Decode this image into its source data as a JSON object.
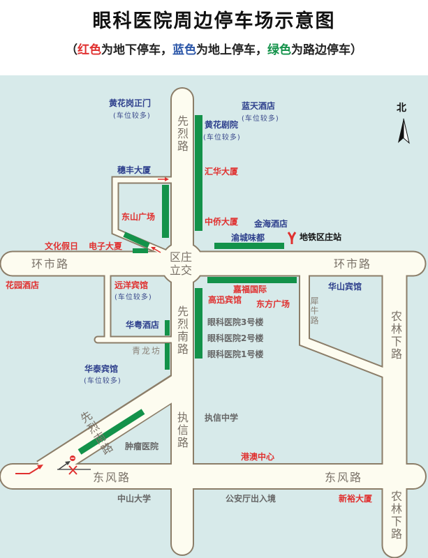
{
  "header": {
    "title": "眼科医院周边停车场示意图",
    "legend": {
      "open": "（",
      "red": "红色",
      "red_text": "为地下停车，",
      "blue": "蓝色",
      "blue_text": "为地上停车，",
      "green": "绿色",
      "green_text": "为路边停车",
      "close": "）"
    }
  },
  "colors": {
    "red": "#e0302f",
    "blue": "#2b56a8",
    "green": "#13924a",
    "road": "#fdfcf0",
    "road_border": "#8b7d68",
    "water": "#d7eaea"
  },
  "compass": {
    "label": "北"
  },
  "roads": {
    "xianlie": "先烈路",
    "huanshi_w": "环市路",
    "huanshi_e": "环市路",
    "interchange_1": "区庄",
    "interchange_2": "立交",
    "xianlie_south": "先烈南路",
    "xianlie_south_diag": "先烈南路",
    "zhixin": "执信路",
    "dongfeng_w": "东风路",
    "dongfeng_e": "东风路",
    "nonglin_n": "农林下路",
    "nonglin_s": "农林下路",
    "xiniu": "犀牛路",
    "qinglong": "青龙坊"
  },
  "places": {
    "huanghuagang": "黄花岗正门",
    "huanghuagang_note": "(车位较多)",
    "lantian": "蓝天酒店",
    "lantian_note": "(车位较多)",
    "huanghua_theatre": "黄花剧院",
    "huanghua_theatre_note": "(车位较多)",
    "suifeng": "穗丰大厦",
    "huihua": "汇华大厦",
    "dongshan": "东山广场",
    "zhongqiao": "中侨大厦",
    "jinhai": "金海酒店",
    "wenhua": "文化假日",
    "dianzi": "电子大夏",
    "yucheng": "渝城味都",
    "metro": "地铁区庄站",
    "huayuan": "花园酒店",
    "yuanyang": "远洋宾馆",
    "yuanyang_note": "(车位较多)",
    "jiafu": "嘉福国际",
    "gaoxun": "高迅宾馆",
    "dongfang": "东方广场",
    "huashan": "华山宾馆",
    "huayue": "华粤酒店",
    "eye3": "眼科医院3号楼",
    "eye2": "眼科医院2号楼",
    "eye1": "眼科医院1号楼",
    "huatai": "华泰宾馆",
    "huatai_note": "(车位较多)",
    "zhixin_school": "执信中学",
    "tumor": "肿瘤医院",
    "gangao": "港澳中心",
    "zhongshan": "中山大学",
    "police": "公安厅出入境",
    "xinyu": "新裕大厦"
  }
}
